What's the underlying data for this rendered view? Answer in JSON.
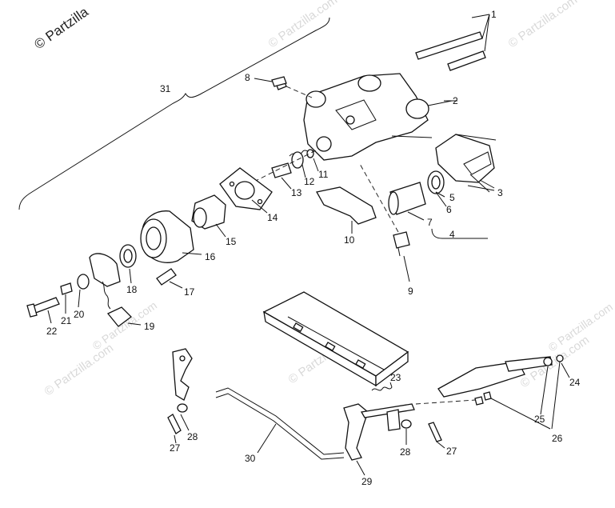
{
  "watermark": {
    "main": "© Partzilla",
    "faint": [
      "© Partzilla.com",
      "© Partzilla.com",
      "© Partzilla.com",
      "© Partzilla.com",
      "© Partzilla.com",
      "© Partzilla.com",
      "© Partzilla.com"
    ]
  },
  "callouts": {
    "c1": "1",
    "c2": "2",
    "c3": "3",
    "c4": "4",
    "c5": "5",
    "c6": "6",
    "c7": "7",
    "c8": "8",
    "c9": "9",
    "c10": "10",
    "c11": "11",
    "c12": "12",
    "c13": "13",
    "c14": "14",
    "c15": "15",
    "c16": "16",
    "c17": "17",
    "c18": "18",
    "c19": "19",
    "c20": "20",
    "c21": "21",
    "c22": "22",
    "c23": "23",
    "c24": "24",
    "c25": "25",
    "c26": "26",
    "c27a": "27",
    "c27b": "27",
    "c28a": "28",
    "c28b": "28",
    "c29": "29",
    "c30": "30",
    "c31": "31"
  }
}
